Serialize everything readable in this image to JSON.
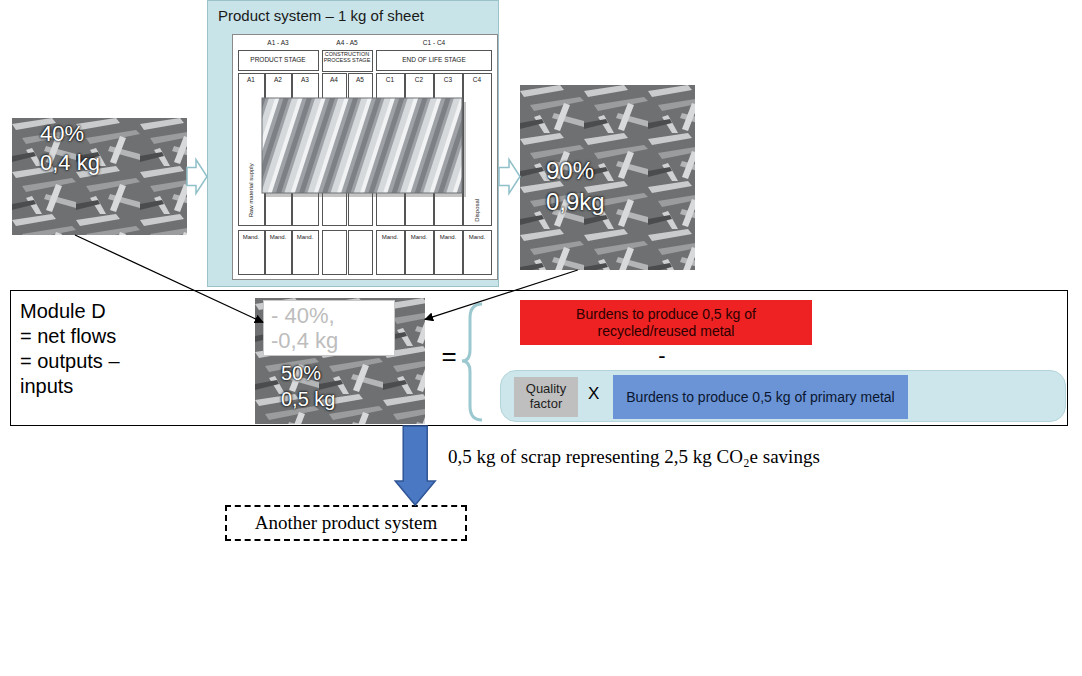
{
  "diagram": {
    "nodes": [
      {
        "text": [
          "Product system – 1 kg of sheet"
        ]
      },
      {
        "text": [
          "40% 0,4 kg"
        ]
      },
      {
        "text": [
          "90% 0,9kg"
        ]
      },
      {
        "text": [
          "Module D = net flows = outputs – inputs"
        ]
      },
      {
        "text": [
          "- 40%, -0,4 kg"
        ],
        "in": 3
      },
      {
        "text": [
          "50% 0,5 kg"
        ],
        "in": 3
      },
      {
        "text": [
          "Burdens to produce 0,5 kg of recycled/reused metal"
        ],
        "in": 3
      },
      {
        "text": [
          "X"
        ],
        "in": 3
      },
      {
        "text": [
          "Quality factor"
        ],
        "in": 7
      },
      {
        "text": [
          "Burdens to produce 0,5 kg of primary metal"
        ],
        "in": 7
      },
      {
        "text": [
          "Another product system"
        ]
      }
    ],
    "edges": [
      {
        "from": 1,
        "to": 0,
        "arrow": "to"
      },
      {
        "from": 0,
        "to": 2,
        "arrow": "to"
      },
      {
        "from": 1,
        "to": 4,
        "arrow": "to"
      },
      {
        "from": 2,
        "to": 5,
        "arrow": "to"
      },
      {
        "from": 3,
        "to": 10,
        "arrow": "to",
        "label": "0,5 kg of scrap representing 2,5 kg CO₂e savings"
      }
    ],
    "labels": [
      "A1 - A3",
      "PRODUCT STAGE",
      "A4 - A5",
      "CONSTRUCTION PROCESS STAGE",
      "C1 - C4",
      "END OF LIFE STAGE",
      "A1",
      "A2",
      "A3",
      "A4",
      "A5",
      "C1",
      "C2",
      "C3",
      "C4",
      "Raw material supply",
      "Disposal",
      "Mand.",
      "Mand.",
      "Mand.",
      "Mand.",
      "Mand.",
      "Mand.",
      "Mand.",
      "=",
      "-"
    ]
  }
}
